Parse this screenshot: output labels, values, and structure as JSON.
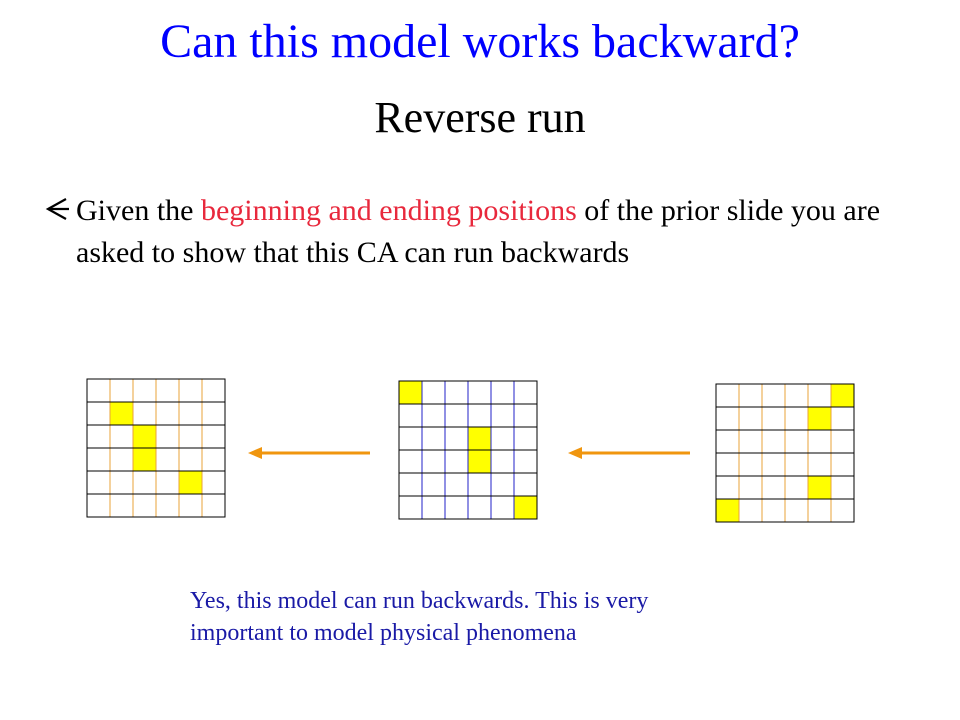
{
  "slide": {
    "title": "Can this model works backward?",
    "subtitle": "Reverse run",
    "bullet": {
      "icon": "left-arrow-bullet-icon",
      "text_before": "Given the ",
      "text_highlight": "beginning and ending positions",
      "text_after": " of the prior slide you are asked to show that this CA can run backwards"
    },
    "caption_line1": "Yes, this model can run backwards. This is very",
    "caption_line2": "important to model physical phenomena"
  },
  "colors": {
    "title": "#0000ff",
    "highlight": "#e8283c",
    "caption": "#1a1aa6",
    "cell_fill": "#ffff00",
    "arrow": "#f0960f",
    "orange_line": "#e8a33a",
    "blue_line": "#2020c8"
  },
  "grids": [
    {
      "name": "grid-result",
      "rows": 6,
      "cols": 6,
      "filled": [
        [
          1,
          1
        ],
        [
          2,
          2
        ],
        [
          3,
          2
        ],
        [
          4,
          4
        ]
      ],
      "inner_color": "orange"
    },
    {
      "name": "grid-middle",
      "rows": 6,
      "cols": 6,
      "filled": [
        [
          0,
          0
        ],
        [
          2,
          3
        ],
        [
          3,
          3
        ],
        [
          5,
          5
        ]
      ],
      "inner_color": "blue"
    },
    {
      "name": "grid-start",
      "rows": 6,
      "cols": 6,
      "filled": [
        [
          0,
          5
        ],
        [
          1,
          4
        ],
        [
          4,
          4
        ],
        [
          5,
          0
        ]
      ],
      "inner_color": "orange"
    }
  ]
}
